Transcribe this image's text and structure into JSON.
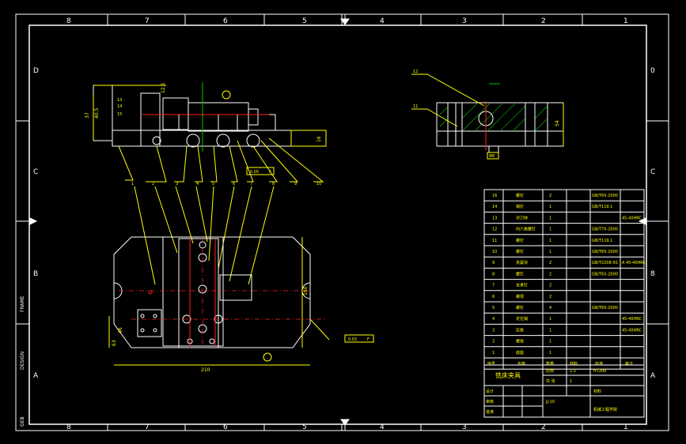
{
  "frame": {
    "columns_top": [
      "8",
      "7",
      "6",
      "5",
      "4",
      "3",
      "2",
      "1"
    ],
    "columns_bottom": [
      "8",
      "7",
      "6",
      "5",
      "4",
      "3",
      "2",
      "1"
    ],
    "rows_left": [
      "D",
      "C",
      "B",
      "A"
    ],
    "rows_right": [
      "0",
      "C",
      "8",
      "A"
    ],
    "side_labels": [
      "FRAME",
      "DESIGN",
      "GEB"
    ],
    "arrow_symbol": "↓"
  },
  "front_view": {
    "balloons": [
      "1",
      "2",
      "3",
      "4",
      "5",
      "6",
      "7",
      "8",
      "9",
      "10"
    ],
    "side_labels": [
      "13",
      "14",
      "15"
    ],
    "dims": [
      "37",
      "40.5",
      "12.5",
      "16"
    ],
    "tolerance": "0.05",
    "tolerance_ref": "F"
  },
  "section_view": {
    "balloons": [
      "12",
      "11"
    ],
    "dims": [
      "54",
      "Φ8"
    ]
  },
  "plan_view": {
    "dims": [
      "210",
      "160",
      "63",
      "46"
    ],
    "flatness": "0.02",
    "flatness_ref": "F"
  },
  "parts_list": [
    {
      "no": "16",
      "name": "螺钉",
      "qty": "2",
      "std": "GB/T65-2000",
      "note": ""
    },
    {
      "no": "14",
      "name": "销钉",
      "qty": "1",
      "std": "GB/T119.1",
      "note": ""
    },
    {
      "no": "13",
      "name": "对刀块",
      "qty": "1",
      "std": "",
      "note": "45-40HRC"
    },
    {
      "no": "12",
      "name": "内六角螺钉",
      "qty": "1",
      "std": "GB/T70-2000",
      "note": ""
    },
    {
      "no": "11",
      "name": "螺钉",
      "qty": "1",
      "std": "GB/T119.1",
      "note": ""
    },
    {
      "no": "10",
      "name": "螺钉",
      "qty": "1",
      "std": "GB/T65-2000",
      "note": ""
    },
    {
      "no": "9",
      "name": "夹紧块",
      "qty": "2",
      "std": "GB/T2208-91",
      "note": "A 45-40HRC"
    },
    {
      "no": "8",
      "name": "螺钉",
      "qty": "2",
      "std": "GB/T65-2000",
      "note": ""
    },
    {
      "no": "7",
      "name": "支承钉",
      "qty": "2",
      "std": "",
      "note": ""
    },
    {
      "no": "6",
      "name": "螺母",
      "qty": "2",
      "std": "",
      "note": ""
    },
    {
      "no": "5",
      "name": "螺钉",
      "qty": "4",
      "std": "GB/T65-2000",
      "note": ""
    },
    {
      "no": "4",
      "name": "定位销",
      "qty": "1",
      "std": "",
      "note": "45-40HRC"
    },
    {
      "no": "3",
      "name": "压板",
      "qty": "1",
      "std": "",
      "note": "45-40HRC"
    },
    {
      "no": "2",
      "name": "螺栓",
      "qty": "1",
      "std": "",
      "note": ""
    },
    {
      "no": "1",
      "name": "底座",
      "qty": "1",
      "std": "",
      "note": ""
    }
  ],
  "parts_header": [
    "序号",
    "名称",
    "数量",
    "材料",
    "标准",
    "备注"
  ],
  "title_block": {
    "name": "铣床夹具",
    "scale_label": "比例",
    "scale": "1:1",
    "sheet_label": "共 张",
    "material_label": "材料",
    "material": "HT200",
    "weight_label": "数量",
    "weight": "1",
    "drawing_no": "JJ-10",
    "designer_label": "设计",
    "checker_label": "审核",
    "approver_label": "批准",
    "school": "机械工程学院"
  }
}
